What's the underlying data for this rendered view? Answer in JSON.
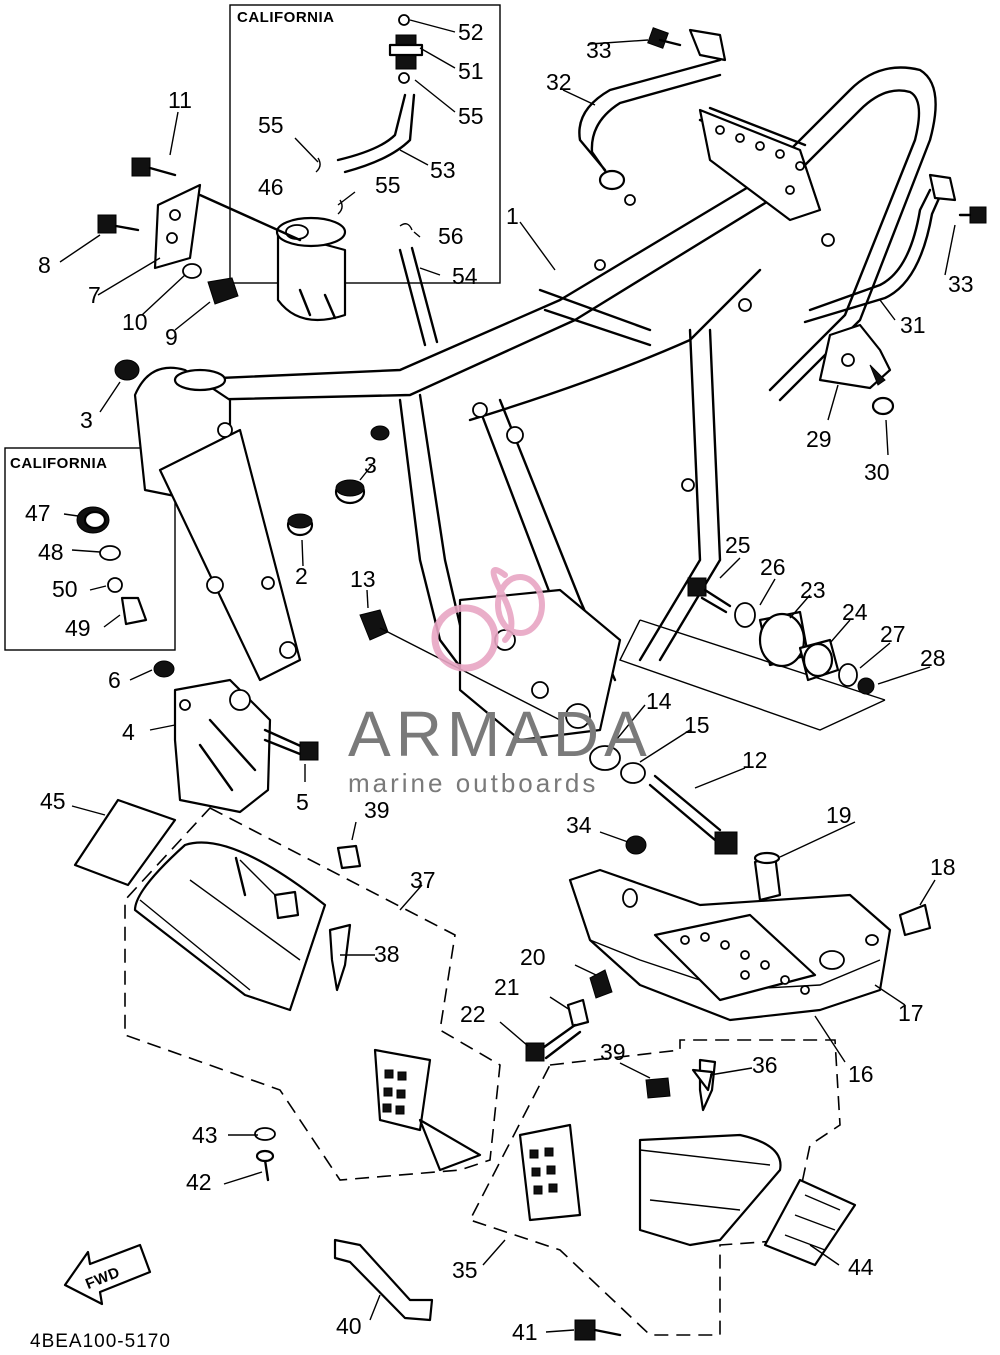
{
  "diagram": {
    "california_box_top_title": "CALIFORNIA",
    "california_box_left_title": "CALIFORNIA",
    "fwd_arrow_text": "FWD",
    "drawing_code": "4BEA100-5170",
    "watermark": {
      "brand": "ARMADA",
      "tagline": "marine outboards",
      "colors": {
        "text": "#7a7a7a",
        "logo": "#e8a6c4"
      }
    },
    "callouts": {
      "n1": "1",
      "n2": "2",
      "n3a": "3",
      "n3b": "3",
      "n4": "4",
      "n5": "5",
      "n6": "6",
      "n7": "7",
      "n8": "8",
      "n9": "9",
      "n10": "10",
      "n11": "11",
      "n12": "12",
      "n13": "13",
      "n14": "14",
      "n15": "15",
      "n16": "16",
      "n17": "17",
      "n18": "18",
      "n19": "19",
      "n20": "20",
      "n21": "21",
      "n22": "22",
      "n23": "23",
      "n24": "24",
      "n25": "25",
      "n26": "26",
      "n27": "27",
      "n28": "28",
      "n29": "29",
      "n30": "30",
      "n31": "31",
      "n32": "32",
      "n33a": "33",
      "n33b": "33",
      "n34": "34",
      "n35": "35",
      "n36": "36",
      "n37": "37",
      "n38": "38",
      "n39a": "39",
      "n39b": "39",
      "n40": "40",
      "n41": "41",
      "n42": "42",
      "n43": "43",
      "n44": "44",
      "n45": "45",
      "n46": "46",
      "n47": "47",
      "n48": "48",
      "n49": "49",
      "n50": "50",
      "n51": "51",
      "n52": "52",
      "n53": "53",
      "n54": "54",
      "n55a": "55",
      "n55b": "55",
      "n55c": "55",
      "n56": "56"
    }
  }
}
